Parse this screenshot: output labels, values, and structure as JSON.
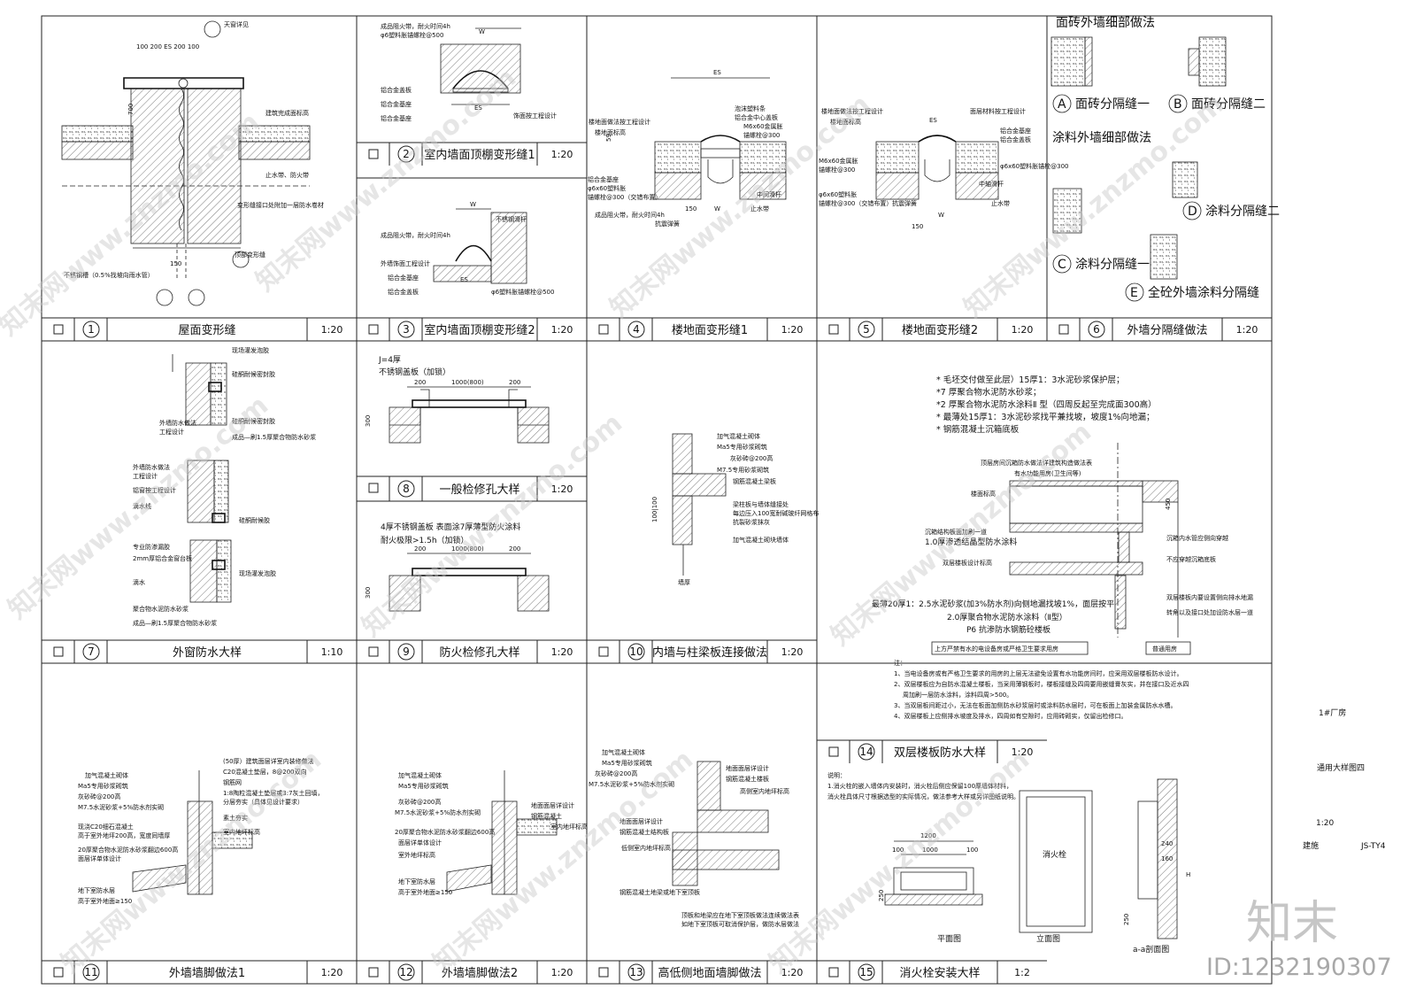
{
  "panels": [
    {
      "num": "1",
      "title": "屋面变形缝",
      "scale": "1:20"
    },
    {
      "num": "2",
      "title": "室内墙面顶棚变形缝1",
      "scale": "1:20"
    },
    {
      "num": "3",
      "title": "室内墙面顶棚变形缝2",
      "scale": "1:20"
    },
    {
      "num": "4",
      "title": "楼地面变形缝1",
      "scale": "1:20"
    },
    {
      "num": "5",
      "title": "楼地面变形缝2",
      "scale": "1:20"
    },
    {
      "num": "6",
      "title": "外墙分隔缝做法",
      "scale": "1:20"
    },
    {
      "num": "7",
      "title": "外窗防水大样",
      "scale": "1:10"
    },
    {
      "num": "8",
      "title": "一般检修孔大样",
      "scale": "1:20"
    },
    {
      "num": "9",
      "title": "防火检修孔大样",
      "scale": "1:20"
    },
    {
      "num": "10",
      "title": "内墙与柱梁板连接做法",
      "scale": "1:20"
    },
    {
      "num": "11",
      "title": "外墙墙脚做法1",
      "scale": "1:20"
    },
    {
      "num": "12",
      "title": "外墙墙脚做法2",
      "scale": "1:20"
    },
    {
      "num": "13",
      "title": "高低侧地面墙脚做法",
      "scale": "1:20"
    },
    {
      "num": "14",
      "title": "双层楼板防水大样",
      "scale": "1:20"
    },
    {
      "num": "15",
      "title": "消火栓安装大样",
      "scale": "1:2"
    }
  ],
  "panel6": {
    "heading_a": "面砖外墙细部做法",
    "heading_b": "涂料外墙细部做法",
    "a": "面砖分隔缝一",
    "b": "面砖分隔缝二",
    "c": "涂料分隔缝一",
    "d": "涂料分隔缝二",
    "e": "全砼外墙涂料分隔缝",
    "ka": "A",
    "kb": "B",
    "kc": "C",
    "kd": "D",
    "ke": "E"
  },
  "panel8": {
    "j": "J=4厚",
    "lid": "不锈钢盖板（加锁）",
    "d200a": "200",
    "d1000": "1000(800)",
    "d200b": "200",
    "d300": "300"
  },
  "panel9": {
    "l1": "4厚不锈钢盖板 表面涂7厚薄型防火涂料",
    "l2": "耐火极限>1.5h（加锁）",
    "d200a": "200",
    "d1000": "1000(800)",
    "d200b": "200",
    "d300": "300"
  },
  "panel14": {
    "spec1": "* 毛坯交付做至此层）15厚1：3水泥砂浆保护层；",
    "spec2": "*7 厚聚合物水泥防水砂浆；",
    "spec3": "*2 厚聚合物水泥防水涂料Ⅱ 型（四周反起至完成面300高）",
    "spec4": "* 最薄处15厚1：3水泥砂浆找平兼找坡，坡度1%向地漏；",
    "spec5": "* 钢筋混凝土沉箱底板",
    "room_a": "有水功能用房(卫生间等)",
    "room_b": "普通用房",
    "caption": "上方严禁有水的电设备房或严格卫生要求用房",
    "lbl1": "顶层房间沉箱防水做法详建筑构造做法表",
    "lbl2": "楼面标高",
    "lbl3": "沉箱结构板面加刷一道",
    "lbl4": "1.0厚渗透结晶型防水涂料",
    "lbl5": "双层楼板设计标高",
    "lbl6": "最薄20厚1：2.5水泥砂浆(加3%防水剂)向侧地漏找坡1%，面层按平",
    "lbl7": "2.0厚聚合物水泥防水涂料（Ⅱ型）",
    "lbl8": "P6 抗渗防水钢筋砼楼板",
    "lbl9": "沉箱内水管应侧向穿越",
    "lbl10": "不应穿越沉箱底板",
    "lbl11": "双层楼板内要设置侧向排水地漏",
    "lbl12": "转角以及接口处加设防水层一道",
    "d450": "450",
    "note_title": "注：",
    "n1": "1、当电设备房或有严格卫生要求的用房的上层无法避免设置有水功能房间时，应采用双层楼板防水设计。",
    "n2": "2、双层楼板应为自防水混凝土楼板，当采用薄钢板时，楼板接缝及四周要用嵌缝膏灰实，并在接口及近水四",
    "n2b": "周加刷一层防水涂料，涂料四周>500。",
    "n3": "3、当双层板间距过小，无法在板面加侧防水砂浆层时或涂料防水层时，可在板面上加装金属防水水槽。",
    "n4": "4、双层楼板上应侧排水坡度及排水，四周如有空隙时，应用砖砌实，仅留出检修口。"
  },
  "panel15": {
    "note1": "说明：",
    "note2": "1.消火栓的嵌入墙体内安装时，消火栓后侧应保留100厚墙体材料，",
    "note3": "消火栓具体尺寸根据选型的实际情况，做法参考大样或另详图纸说明。",
    "plan": "平面图",
    "elev": "立面图",
    "sect": "a-a剖面图",
    "hydrant": "消火栓",
    "d1200": "1200",
    "d1000": "1000",
    "d100a": "100",
    "d100b": "100",
    "d250a": "250",
    "d250b": "250",
    "dh": "H",
    "d240": "240",
    "d160": "160"
  },
  "titleblock": {
    "project": "1#厂房",
    "drawing": "通用大样图四",
    "scale": "1:20",
    "discipline": "建施",
    "sheet": "JS-TY4"
  },
  "watermark": {
    "logo": "知末",
    "id": "ID:1232190307",
    "repeat": "知末网www.znzmo.com"
  }
}
